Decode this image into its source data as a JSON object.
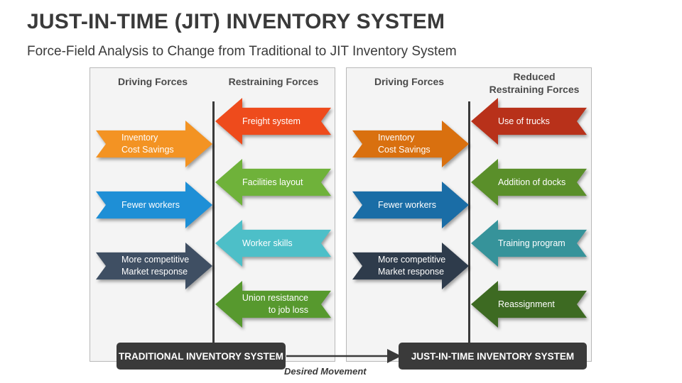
{
  "title": "JUST-IN-TIME (JIT) INVENTORY SYSTEM",
  "subtitle": "Force-Field Analysis to Change from Traditional to JIT Inventory System",
  "left_panel": {
    "driving_header": "Driving Forces",
    "restraining_header": "Restraining Forces",
    "driving": [
      {
        "label": "Inventory\nCost Savings",
        "color": "#F39323"
      },
      {
        "label": "Fewer workers",
        "color": "#1E8FD6"
      },
      {
        "label": "More competitive\nMarket response",
        "color": "#3F4F63"
      }
    ],
    "restraining": [
      {
        "label": "Freight system",
        "color": "#EE4B1C"
      },
      {
        "label": "Facilities layout",
        "color": "#6FB23A"
      },
      {
        "label": "Worker skills",
        "color": "#4DBFC8"
      },
      {
        "label": "Union resistance\nto job loss",
        "color": "#57992E"
      }
    ],
    "system_label": "TRADITIONAL INVENTORY SYSTEM"
  },
  "right_panel": {
    "driving_header": "Driving Forces",
    "restraining_header": "Reduced\nRestraining Forces",
    "driving": [
      {
        "label": "Inventory\nCost Savings",
        "color": "#D9700F"
      },
      {
        "label": "Fewer workers",
        "color": "#1A6DA6"
      },
      {
        "label": "More competitive\nMarket response",
        "color": "#2E3B4B"
      }
    ],
    "restraining": [
      {
        "label": "Use of trucks",
        "color": "#B8311A"
      },
      {
        "label": "Addition of docks",
        "color": "#5A8F2A"
      },
      {
        "label": "Training program",
        "color": "#36939A"
      },
      {
        "label": "Reassignment",
        "color": "#3D6A22"
      }
    ],
    "system_label": "JUST-IN-TIME INVENTORY SYSTEM"
  },
  "movement_label": "Desired Movement"
}
